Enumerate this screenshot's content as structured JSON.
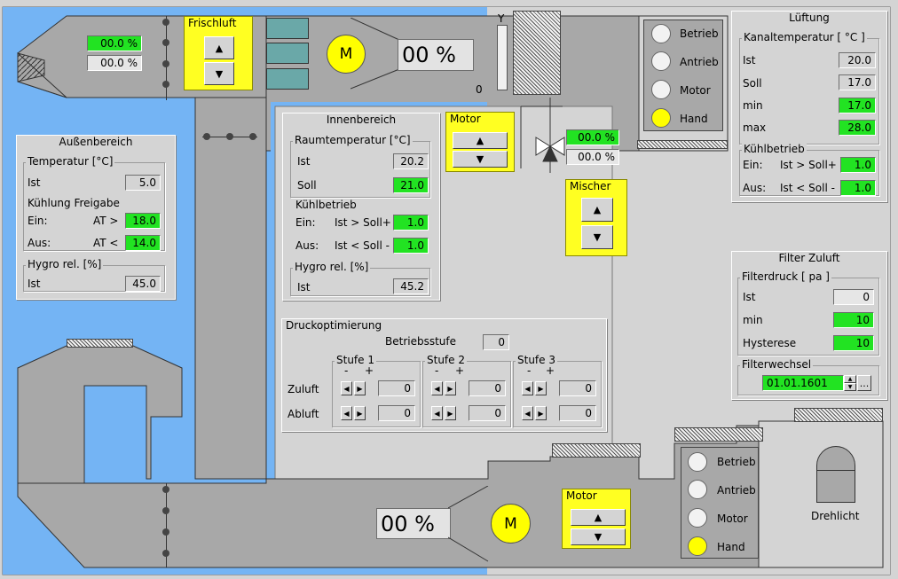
{
  "frischluft": {
    "title": "Frischluft",
    "v1": "00.0 %",
    "v2": "00.0 %"
  },
  "motor_top": {
    "m": "M",
    "pct": "00 %"
  },
  "damper": {
    "y": "Y",
    "zero": "0"
  },
  "status_top": {
    "labels": [
      "Betrieb",
      "Antrieb",
      "Motor",
      "Hand"
    ],
    "active": [
      false,
      false,
      false,
      true
    ]
  },
  "lueftung": {
    "title": "Lüftung",
    "kanal": {
      "title": "Kanaltemperatur [ °C ]",
      "ist_label": "Ist",
      "ist": "20.0",
      "soll_label": "Soll",
      "soll": "17.0",
      "min_label": "min",
      "min": "17.0",
      "max_label": "max",
      "max": "28.0"
    },
    "kuehl": {
      "title": "Kühlbetrieb",
      "ein_label": "Ein:",
      "ein_cond": "Ist > Soll+",
      "ein": "1.0",
      "aus_label": "Aus:",
      "aus_cond": "Ist < Soll -",
      "aus": "1.0"
    }
  },
  "aussen": {
    "title": "Außenbereich",
    "temp": {
      "title": "Temperatur [°C]",
      "ist_label": "Ist",
      "ist": "5.0"
    },
    "kuehl": {
      "title": "Kühlung Freigabe",
      "ein_label": "Ein:",
      "ein_cond": "AT >",
      "ein": "18.0",
      "aus_label": "Aus:",
      "aus_cond": "AT <",
      "aus": "14.0"
    },
    "hygro": {
      "title": "Hygro rel. [%]",
      "ist_label": "Ist",
      "ist": "45.0"
    }
  },
  "innen": {
    "title": "Innenbereich",
    "raum": {
      "title": "Raumtemperatur [°C]",
      "ist_label": "Ist",
      "ist": "20.2",
      "soll_label": "Soll",
      "soll": "21.0"
    },
    "kuehl": {
      "title": "Kühlbetrieb",
      "ein_label": "Ein:",
      "ein_cond": "Ist > Soll+",
      "ein": "1.0",
      "aus_label": "Aus:",
      "aus_cond": "Ist < Soll -",
      "aus": "1.0"
    },
    "hygro": {
      "title": "Hygro rel. [%]",
      "ist_label": "Ist",
      "ist": "45.2"
    }
  },
  "motor_valve": {
    "title": "Motor"
  },
  "valve": {
    "v1": "00.0 %",
    "v2": "00.0 %"
  },
  "mischer": {
    "title": "Mischer"
  },
  "druck": {
    "title": "Druckoptimierung",
    "stufe_label": "Betriebsstufe",
    "stufe": "0",
    "zuluft_label": "Zuluft",
    "abluft_label": "Abluft",
    "minus": "-",
    "plus": "+",
    "stufen": [
      {
        "title": "Stufe 1",
        "zu": "0",
        "ab": "0"
      },
      {
        "title": "Stufe 2",
        "zu": "0",
        "ab": "0"
      },
      {
        "title": "Stufe 3",
        "zu": "0",
        "ab": "0"
      }
    ]
  },
  "filter": {
    "title": "Filter Zuluft",
    "druck": {
      "title": "Filterdruck [ pa ]",
      "ist_label": "Ist",
      "ist": "0",
      "min_label": "min",
      "min": "10",
      "hyst_label": "Hysterese",
      "hyst": "10"
    },
    "wechsel": {
      "title": "Filterwechsel",
      "date": "01.01.1601",
      "more": "..."
    }
  },
  "motor_bottom": {
    "m": "M",
    "pct": "00 %",
    "title": "Motor"
  },
  "status_bottom": {
    "labels": [
      "Betrieb",
      "Antrieb",
      "Motor",
      "Hand"
    ],
    "active": [
      false,
      false,
      false,
      true
    ]
  },
  "drehlicht": {
    "label": "Drehlicht"
  },
  "colors": {
    "duct_blue": "#74b4f4",
    "panel": "#d4d4d4",
    "green": "#22e322",
    "yellow": "#ffff22",
    "duct_gray": "#a8a8a8"
  }
}
